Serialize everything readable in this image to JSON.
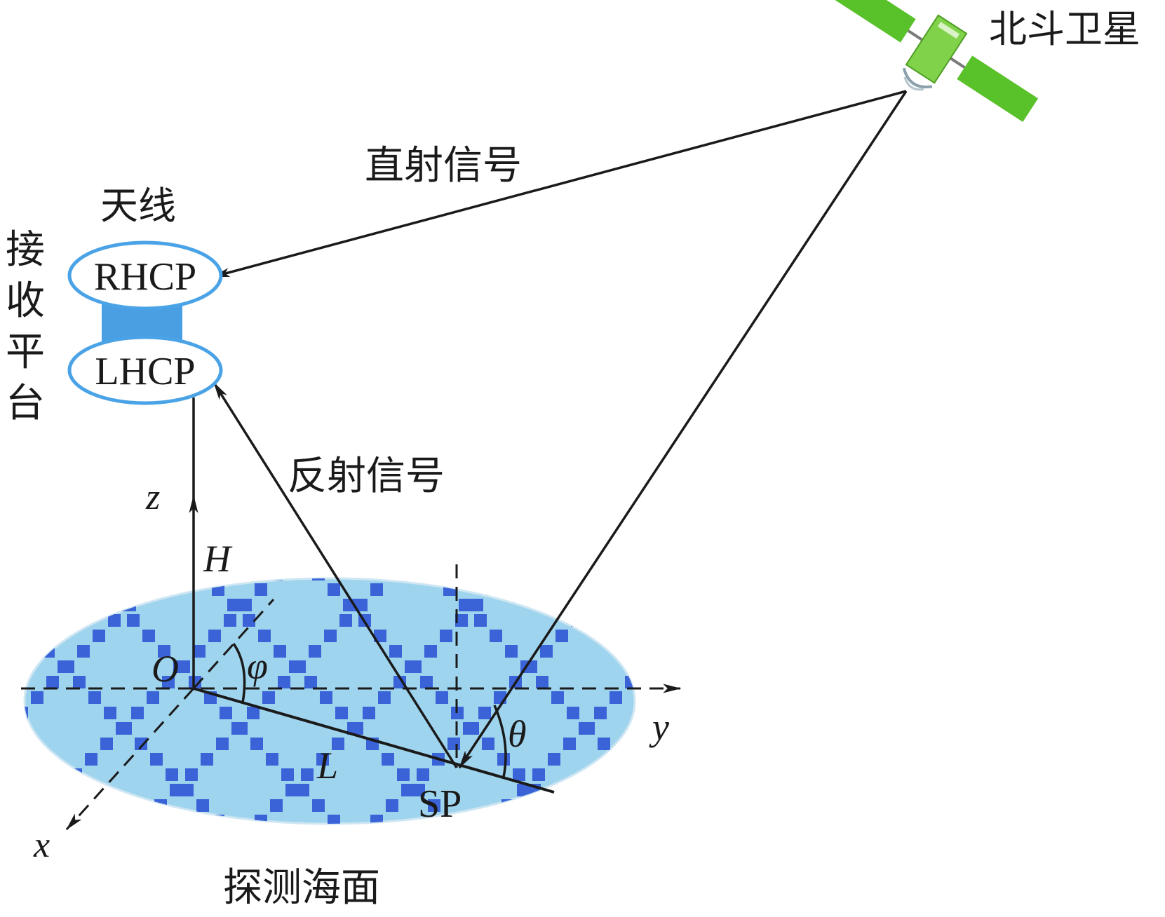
{
  "labels": {
    "satellite": "北斗卫星",
    "direct_signal": "直射信号",
    "antenna": "天线",
    "receiver_platform": [
      "接",
      "收",
      "平",
      "台"
    ],
    "rhcp": "RHCP",
    "lhcp": "LHCP",
    "reflected_signal": "反射信号",
    "sea_surface": "探测海面",
    "specular_point": "SP"
  },
  "symbols": {
    "z_axis": "z",
    "y_axis": "y",
    "x_axis": "x",
    "origin": "O",
    "height": "H",
    "distance": "L",
    "azimuth": "φ",
    "elevation": "θ"
  },
  "colors": {
    "sea_light": "#9fd4ee",
    "sea_pattern": "#3a63d8",
    "antenna_ring": "#4aa3e6",
    "antenna_link": "#4a9fe3",
    "satellite_panel": "#59c12a",
    "satellite_body": "#7fd24a",
    "line": "#1a1a1a"
  },
  "icons": {
    "satellite": "satellite-icon"
  }
}
